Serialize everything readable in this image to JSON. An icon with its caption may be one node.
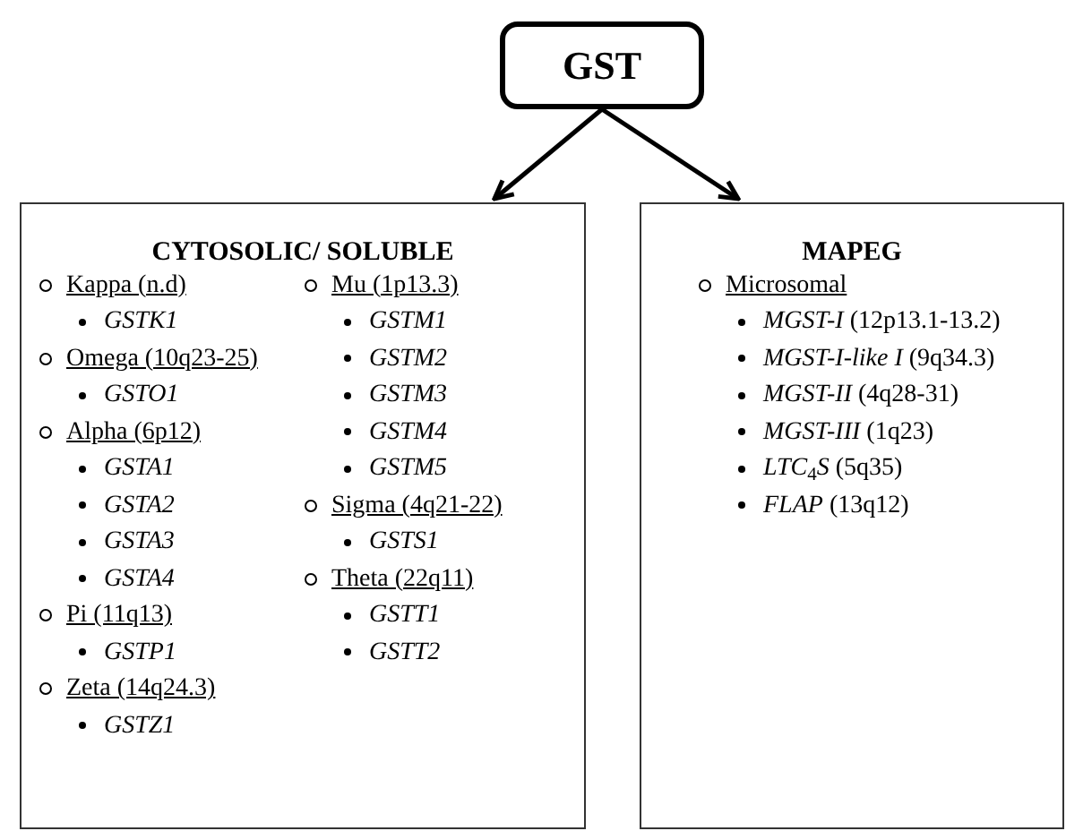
{
  "diagram": {
    "nodes": [
      {
        "text": [
          "GST"
        ]
      },
      {
        "text": [
          "CYTOSOLIC/ SOLUBLE",
          "Kappa (n.d)",
          "GSTK1",
          "Omega (10q23-25)",
          "GSTO1",
          "Alpha (6p12)",
          "GSTA1",
          "GSTA2",
          "GSTA3",
          "GSTA4",
          "Pi (11q13)",
          "GSTP1",
          "Zeta (14q24.3)",
          "GSTZ1",
          "Mu (1p13.3)",
          "GSTM1",
          "GSTM2",
          "GSTM3",
          "GSTM4",
          "GSTM5",
          "Sigma (4q21-22)",
          "GSTS1",
          "Theta (22q11)",
          "GSTT1",
          "GSTT2"
        ]
      },
      {
        "text": [
          "MAPEG",
          "Microsomal",
          "*MGST-I* (12p13.1-13.2)",
          "*MGST-I-like I* (9q34.3)",
          "*MGST-II* (4q28-31)",
          "*MGST-III* (1q23)",
          "*LTC*$_{4}$*S* (5q35)",
          "*FLAP* (13q12)"
        ]
      }
    ],
    "edges": [
      {
        "from": 0,
        "to": 1,
        "arrow": "to"
      },
      {
        "from": 0,
        "to": 2,
        "arrow": "to"
      }
    ]
  }
}
